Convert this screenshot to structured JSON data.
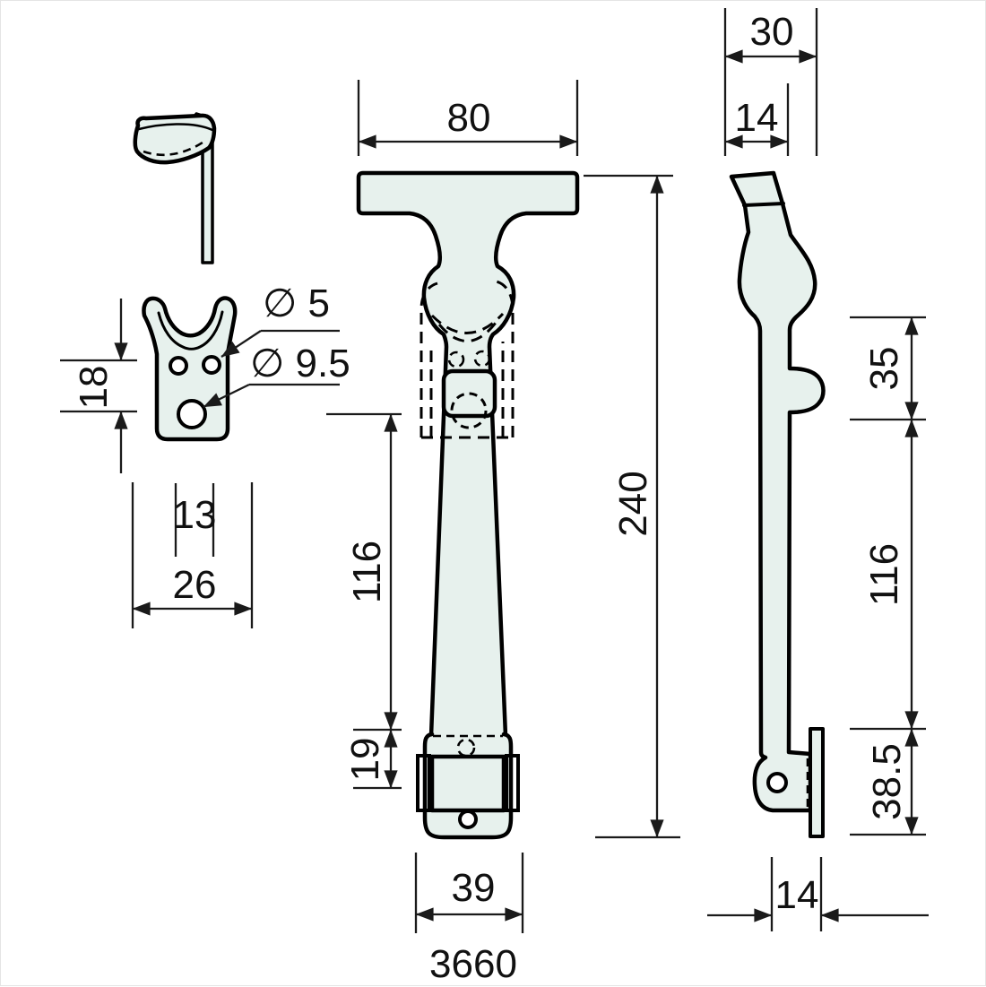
{
  "drawing": {
    "part_number": "3660",
    "colors": {
      "part_fill": "#e7f1ed",
      "outline": "#000000",
      "dimension": "#1a1a1a"
    },
    "front_view": {
      "handle_width_label": "80",
      "overall_height_label": "240",
      "shaft_length_label": "116",
      "base_offset_label": "19",
      "base_width_label": "39"
    },
    "side_view": {
      "overall_depth_label": "30",
      "handle_thickness_label": "14",
      "knob_drop_label": "35",
      "shaft_length_label": "116",
      "plate_height_label": "38.5",
      "base_depth_label": "14"
    },
    "keeper_view": {
      "height_label": "18",
      "hole_spacing_label": "13",
      "width_label": "26",
      "small_hole_label": "∅ 5",
      "large_hole_label": "∅ 9.5"
    }
  }
}
